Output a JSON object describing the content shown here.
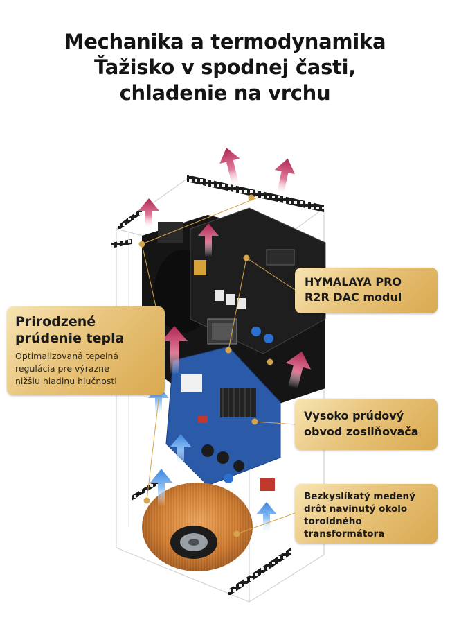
{
  "title": {
    "line1": "Mechanika a termodynamika",
    "line2": "Ťažisko v spodnej časti,",
    "line3": "chladenie na vrchu"
  },
  "labels": {
    "dac": {
      "line1": "HYMALAYA PRO",
      "line2": "R2R DAC modul"
    },
    "heat": {
      "head1": "Prirodzené",
      "head2": "prúdenie tepla",
      "sub1": "Optimalizovaná tepelná",
      "sub2": "regulácia pre výrazne",
      "sub3": "nižšiu hladinu hlučnosti"
    },
    "amp": {
      "line1": "Vysoko prúdový",
      "line2": "obvod zosilňovača"
    },
    "transformer": {
      "line1": "Bezkyslíkatý medený",
      "line2": "drôt navinutý okolo",
      "line3": "toroidného",
      "line4": "transformátora"
    }
  },
  "colors": {
    "hot_arrow": "#b8305a",
    "cool_arrow": "#4a8fe0",
    "label_gold": "#e2b866",
    "board_blue": "#2a5aa8",
    "copper": "#c77a2e"
  }
}
